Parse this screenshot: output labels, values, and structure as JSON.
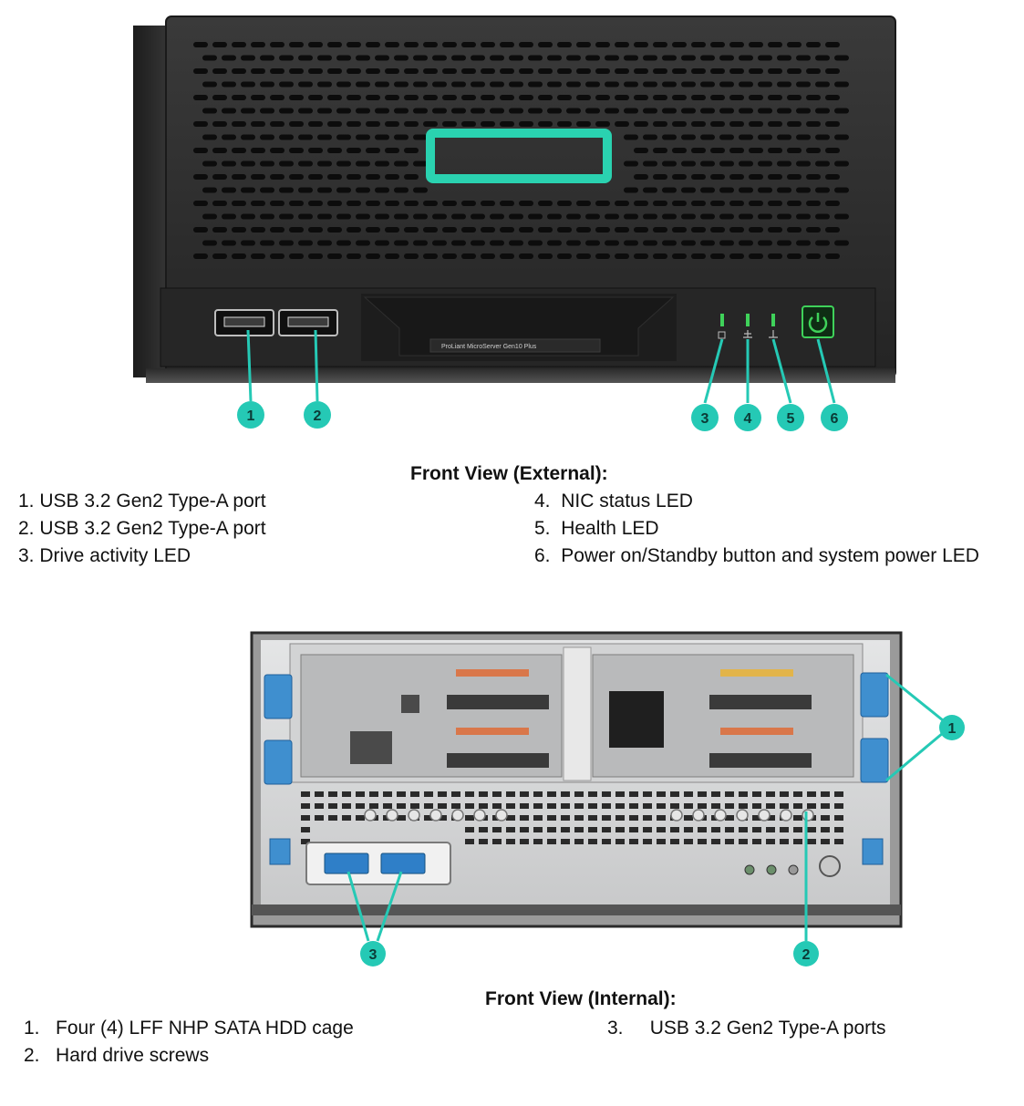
{
  "colors": {
    "hpe_accent": "#2ad2b0",
    "callout": "#25c9b5",
    "led_green": "#3fd25a",
    "chassis_dark": "#2b2b2b",
    "chassis_body": "#3a3a3a",
    "internal_metal": "#d9dadb",
    "drive_clip_blue": "#3f8fcf"
  },
  "front_external": {
    "model_label": "ProLiant MicroServer Gen10 Plus",
    "callouts": [
      "1",
      "2",
      "3",
      "4",
      "5",
      "6"
    ],
    "caption": "Front View (External):",
    "legend_left": [
      {
        "num": "1.",
        "text": "USB 3.2 Gen2 Type-A port"
      },
      {
        "num": "2.",
        "text": "USB 3.2 Gen2 Type-A port"
      },
      {
        "num": "3.",
        "text": "Drive activity LED"
      }
    ],
    "legend_right": [
      {
        "num": "4.",
        "text": "NIC status LED"
      },
      {
        "num": "5.",
        "text": "Health LED"
      },
      {
        "num": "6.",
        "text": "Power on/Standby button and system power LED"
      }
    ]
  },
  "front_internal": {
    "callouts": [
      "1",
      "2",
      "3"
    ],
    "caption": "Front View (Internal):",
    "legend_left": [
      {
        "num": "1.",
        "text": "Four (4) LFF NHP SATA HDD cage"
      },
      {
        "num": "2.",
        "text": "Hard drive screws"
      }
    ],
    "legend_right": [
      {
        "num": "3.",
        "text": "USB 3.2 Gen2 Type-A ports"
      }
    ]
  }
}
